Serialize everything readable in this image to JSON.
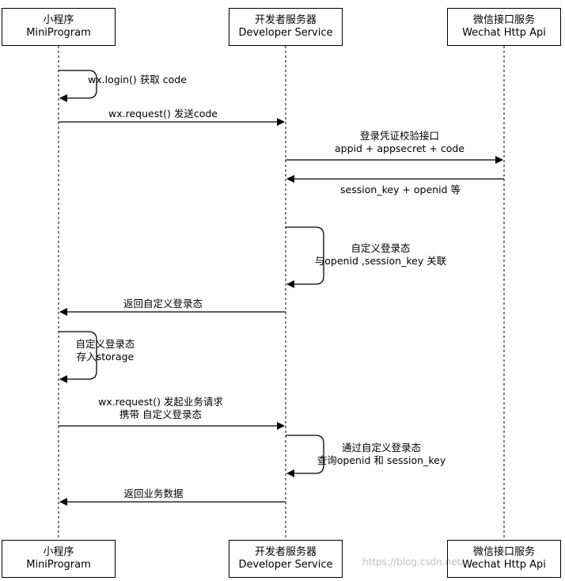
{
  "participants": [
    {
      "id": "mini",
      "line1": "小程序",
      "line2": "MiniProgram"
    },
    {
      "id": "dev",
      "line1": "开发者服务器",
      "line2": "Developer Service"
    },
    {
      "id": "wechat",
      "line1": "微信接口服务",
      "line2": "Wechat Http Api"
    }
  ],
  "messages": {
    "m1": {
      "line1": "wx.login() 获取 code"
    },
    "m2": {
      "line1": "wx.request() 发送code"
    },
    "m3": {
      "line1": "登录凭证校验接口",
      "line2": "appid + appsecret + code"
    },
    "m4": {
      "line1": "session_key + openid 等"
    },
    "m5": {
      "line1": "自定义登录态",
      "line2": "与openid ,session_key 关联"
    },
    "m6": {
      "line1": "返回自定义登录态"
    },
    "m7": {
      "line1": "自定义登录态",
      "line2": "存入storage"
    },
    "m8": {
      "line1": "wx.request() 发起业务请求",
      "line2": "携带 自定义登录态"
    },
    "m9": {
      "line1": "通过自定义登录态",
      "line2": "查询openid 和 session_key"
    },
    "m10": {
      "line1": "返回业务数据"
    }
  },
  "watermark": "https://blog.csdn.net/..."
}
